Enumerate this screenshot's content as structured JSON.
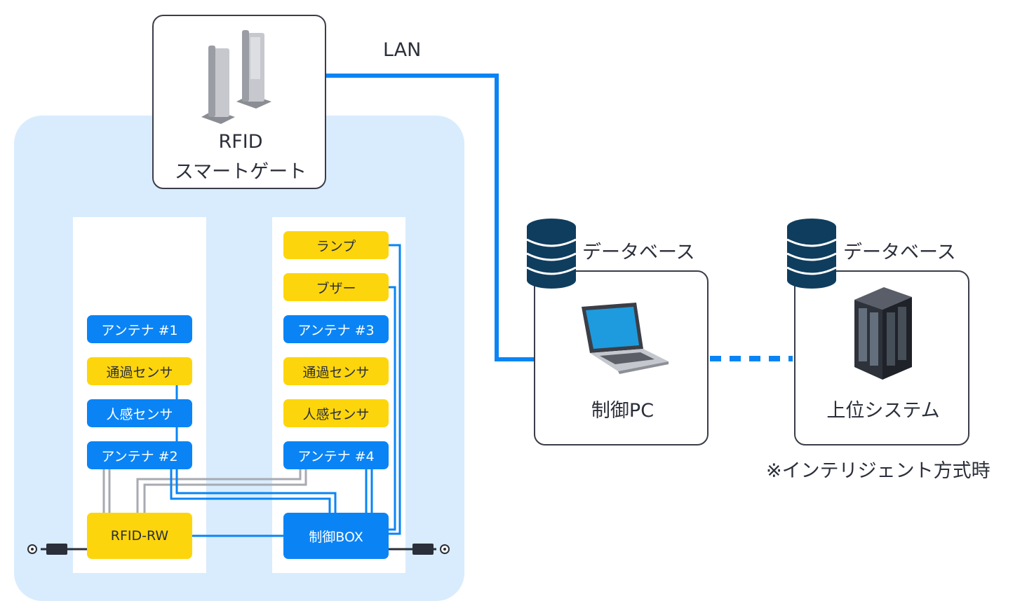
{
  "gate": {
    "title_line1": "RFID",
    "title_line2": "スマートゲート"
  },
  "lan_label": "LAN",
  "left_column": [
    {
      "label": "アンテナ #1",
      "color": "blue"
    },
    {
      "label": "通過センサ",
      "color": "yellow"
    },
    {
      "label": "人感センサ",
      "color": "blue"
    },
    {
      "label": "アンテナ #2",
      "color": "blue"
    }
  ],
  "right_column": [
    {
      "label": "ランプ",
      "color": "yellow"
    },
    {
      "label": "ブザー",
      "color": "yellow"
    },
    {
      "label": "アンテナ #3",
      "color": "blue"
    },
    {
      "label": "通過センサ",
      "color": "yellow"
    },
    {
      "label": "人感センサ",
      "color": "yellow"
    },
    {
      "label": "アンテナ #4",
      "color": "blue"
    }
  ],
  "rfid_rw": "RFID-RW",
  "control_box": "制御BOX",
  "control_pc": {
    "db_label": "データベース",
    "label": "制御PC"
  },
  "host_system": {
    "db_label": "データベース",
    "label": "上位システム",
    "note": "※インテリジェント方式時"
  },
  "colors": {
    "blue": "#0a84f5",
    "yellow": "#fdd50c",
    "region": "#d9ecfd",
    "db": "#0f3d5e",
    "cable_gray": "#a7aab1"
  }
}
